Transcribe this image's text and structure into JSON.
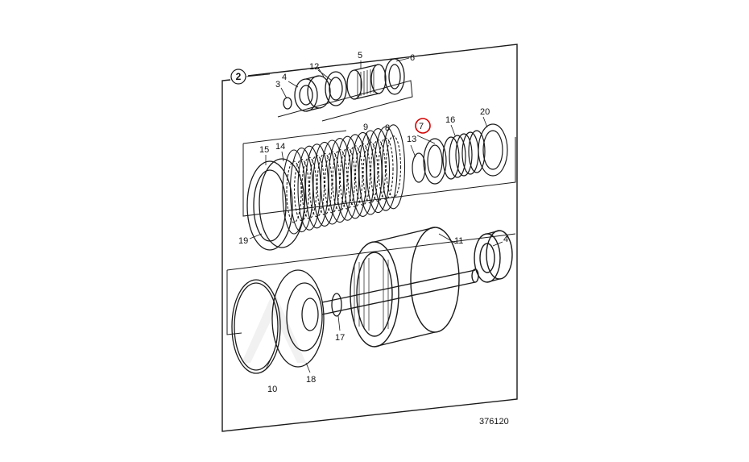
{
  "diagram": {
    "group_number": "2",
    "drawing_number": "376120",
    "highlight_color": "#d40000",
    "line_color": "#1a1a1a",
    "watermark_color": "#d8d8d8",
    "callouts": {
      "c2": "2",
      "c3": "3",
      "c4a": "4",
      "c4b": "4",
      "c5": "5",
      "c6": "6",
      "c7": "7",
      "c8": "8",
      "c9": "9",
      "c10": "10",
      "c11": "11",
      "c12": "12",
      "c13": "13",
      "c14": "14",
      "c15": "15",
      "c16": "16",
      "c17": "17",
      "c18": "18",
      "c19": "19",
      "c20": "20"
    },
    "highlighted_callout": "7"
  }
}
